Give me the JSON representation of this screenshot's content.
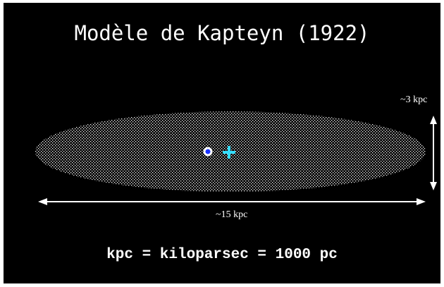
{
  "diagram": {
    "title": "Modèle de Kapteyn (1922)",
    "thickness_label": "~3 kpc",
    "diameter_label": "~15 kpc",
    "footer_note": "kpc = kiloparsec = 1000 pc",
    "colors": {
      "background": "#000000",
      "galaxy_dots": "#ffffff",
      "sun_marker": "#1a33ff",
      "center_marker": "#33ddff"
    }
  }
}
